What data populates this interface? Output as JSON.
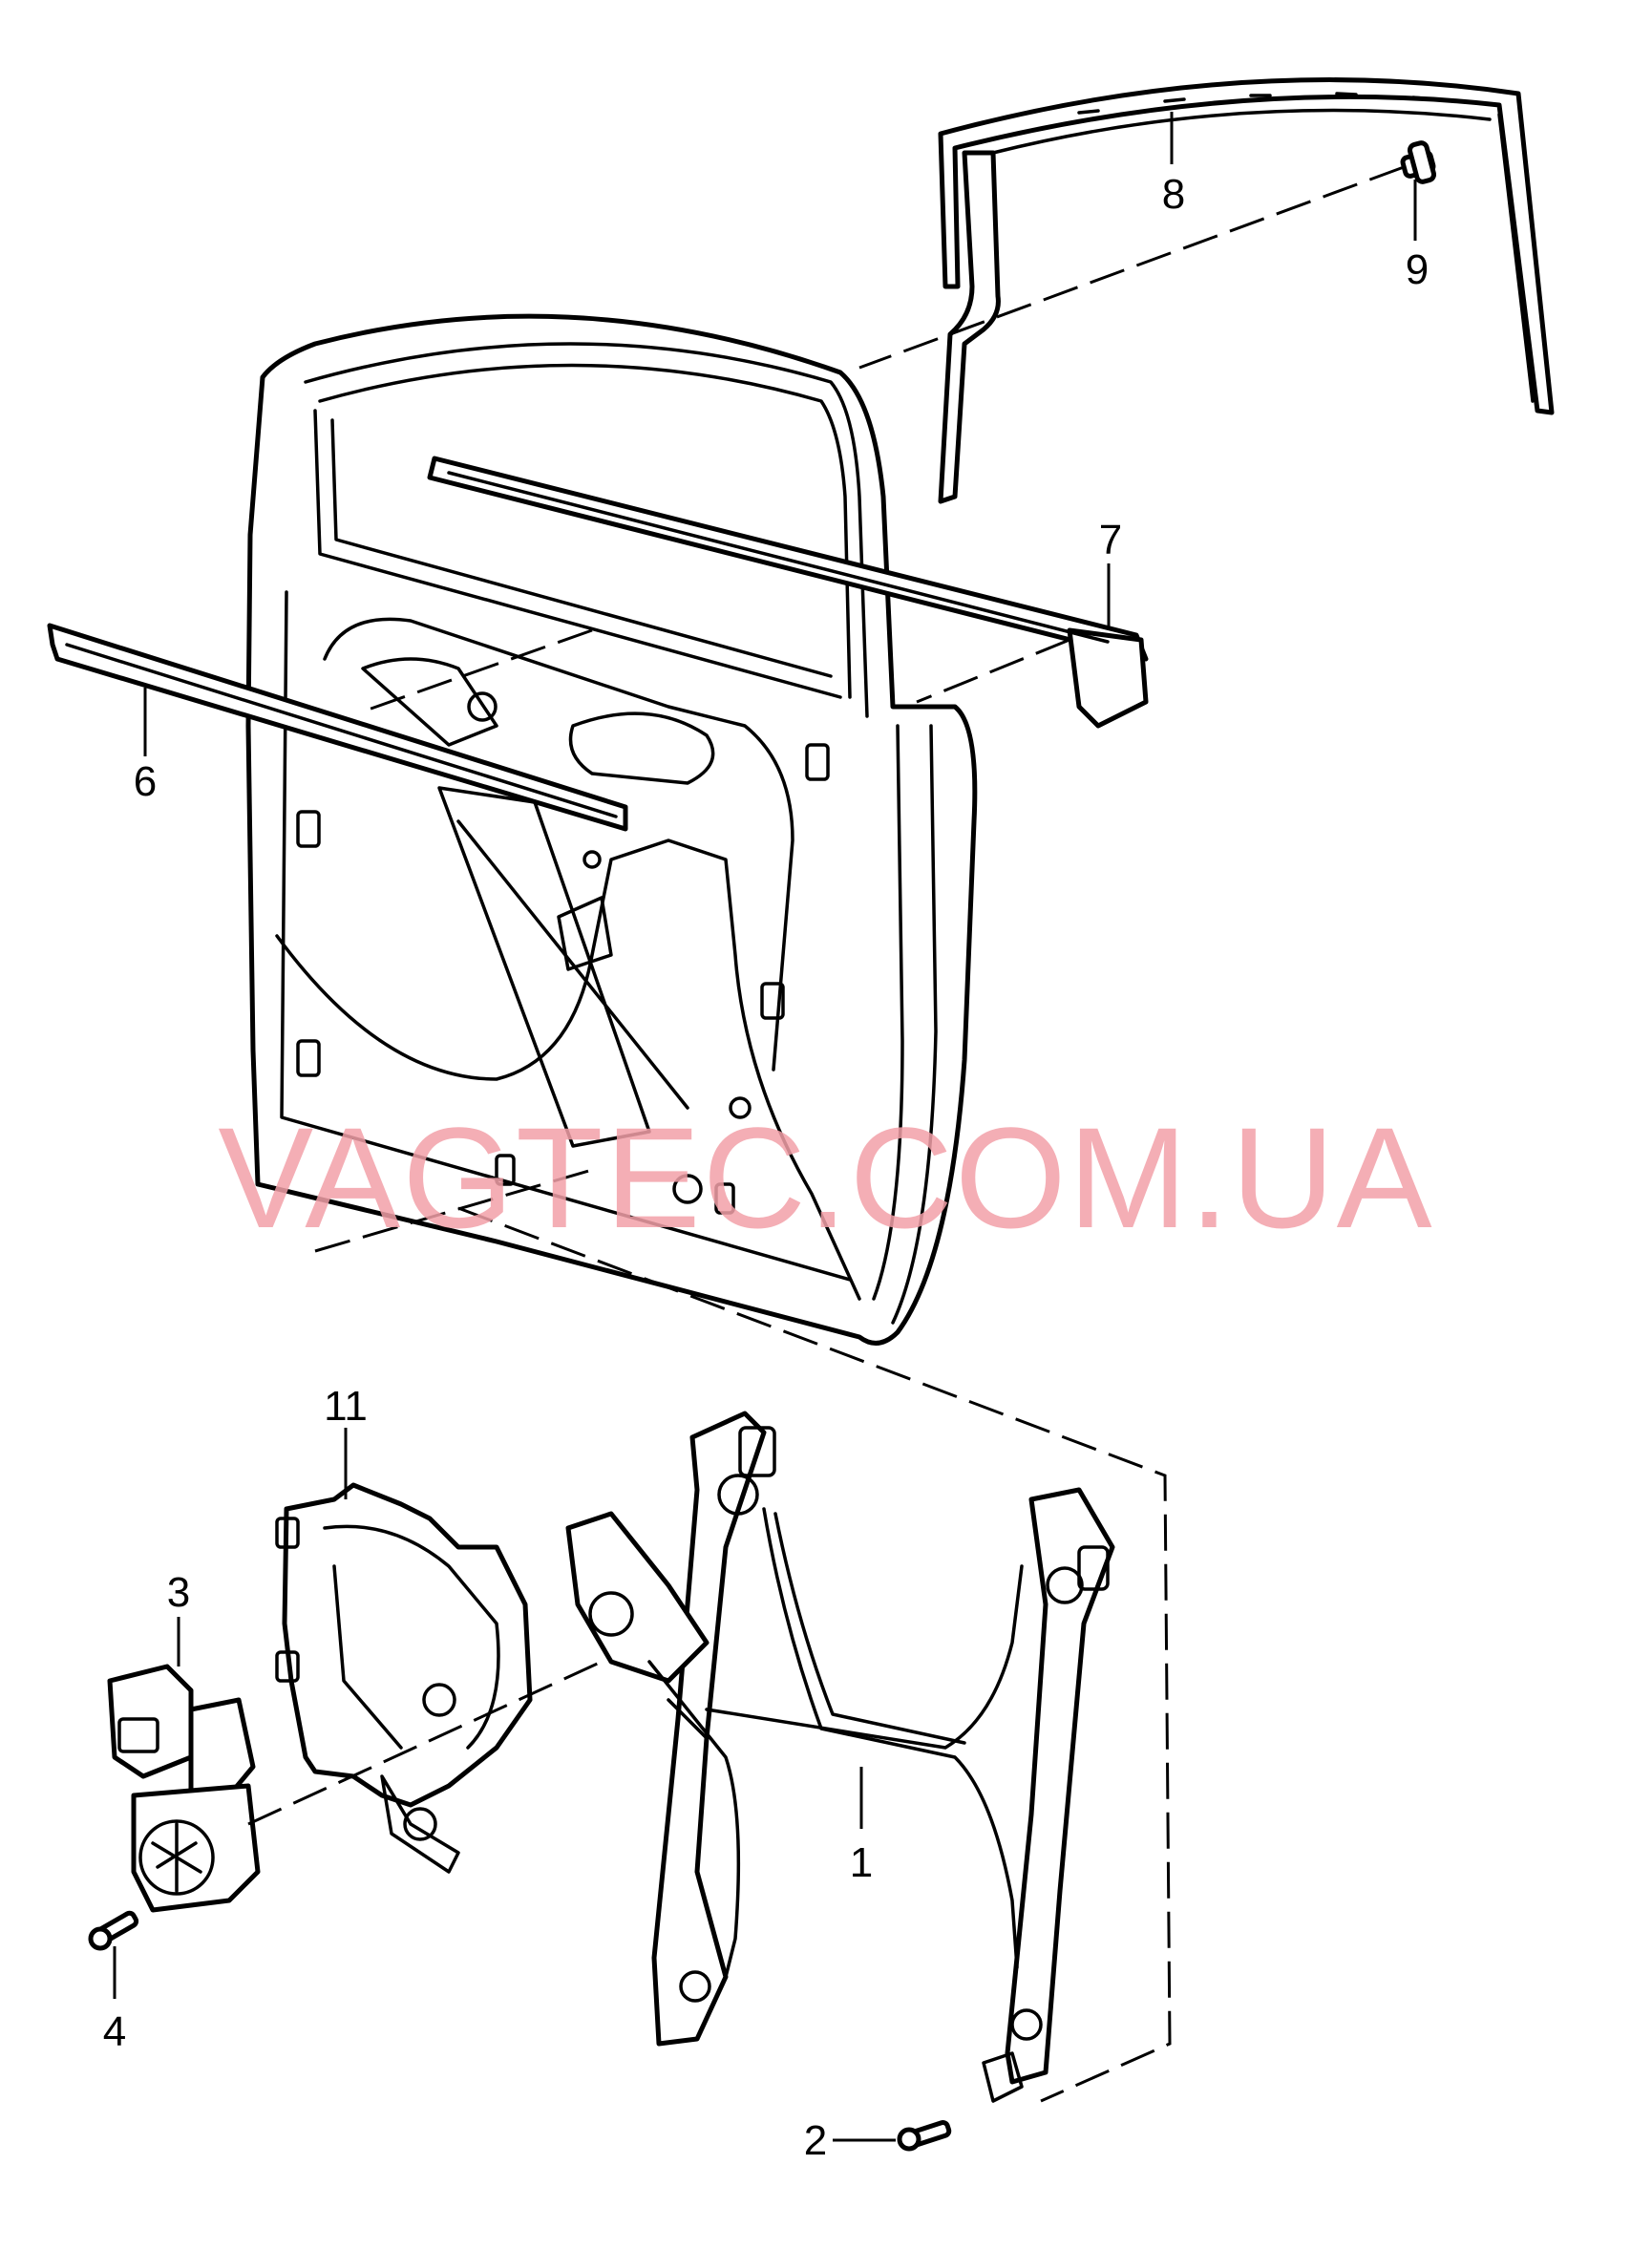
{
  "watermark": "VAGTEC.COM.UA",
  "watermark_color": "#f2a0a8",
  "callouts": {
    "c1": "1",
    "c2": "2",
    "c3": "3",
    "c4": "4",
    "c6": "6",
    "c7": "7",
    "c8": "8",
    "c9": "9",
    "c11": "11"
  }
}
